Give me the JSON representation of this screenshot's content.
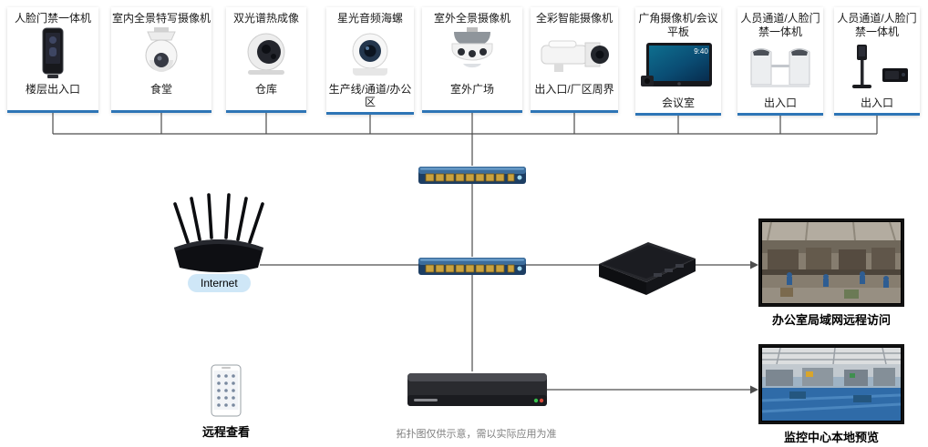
{
  "diagram": {
    "devices": [
      {
        "name": "人脸门禁一体机",
        "location": "楼层出入口"
      },
      {
        "name": "室内全景特写摄像机",
        "location": "食堂"
      },
      {
        "name": "双光谱热成像",
        "location": "仓库"
      },
      {
        "name": "星光音频海螺",
        "location": "生产线/通道/办公区"
      },
      {
        "name": "室外全景摄像机",
        "location": "室外广场"
      },
      {
        "name": "全彩智能摄像机",
        "location": "出入口/厂区周界"
      },
      {
        "name": "广角摄像机/会议平板",
        "location": "会议室",
        "screen_time": "9:40"
      },
      {
        "name": "人员通道/人脸门禁一体机",
        "location": "出入口"
      },
      {
        "name": "人员通道/人脸门禁一体机",
        "location": "出入口"
      }
    ],
    "internet_label": "Internet",
    "remote_view_label": "远程查看",
    "office_lan_label": "办公室局域网远程访问",
    "monitor_center_label": "监控中心本地预览",
    "disclaimer": "拓扑图仅供示意，需以实际应用为准",
    "colors": {
      "accent_blue": "#2E75B6",
      "line": "#4d4d4d"
    }
  }
}
